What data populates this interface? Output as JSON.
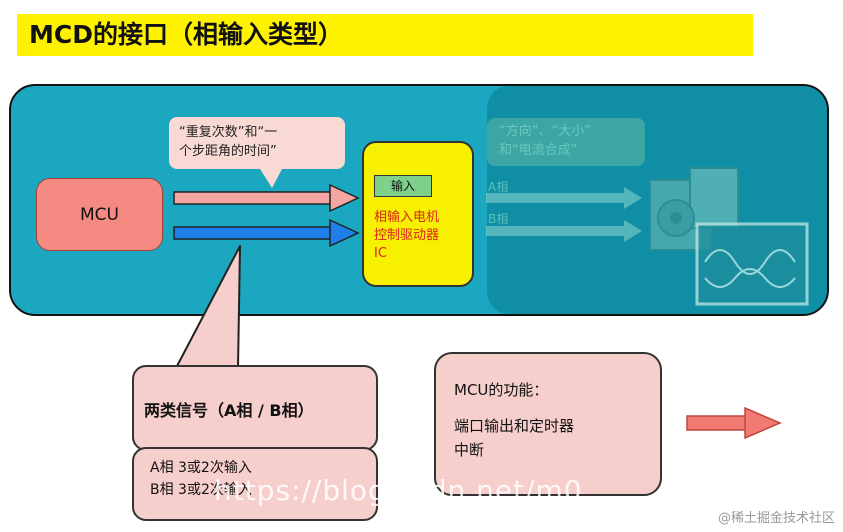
{
  "title": "MCD的接口（相输入类型）",
  "mcu_label": "MCU",
  "callout_top": {
    "line1": "“重复次数”和“一",
    "line2": "个步距角的时间”"
  },
  "driver": {
    "input_label": "输入",
    "line1": "相输入电机",
    "line2": "控制驱动器",
    "line3": "IC"
  },
  "faded_callout": {
    "line1": "“方向”、“大小”",
    "line2": "和“电流合成”"
  },
  "faded_labels": {
    "a": "A相",
    "b": "B相"
  },
  "signals_box": {
    "title": "两类信号（A相 / B相）",
    "row1": "A相    3或2次输入",
    "row2": "B相    3或2次输入"
  },
  "mcu_function": {
    "title": "MCU的功能：",
    "line1": "端口输出和定时器",
    "line2": "中断"
  },
  "watermark": "https://blog.csdn.net/m0",
  "credit": "@稀土掘金技术社区",
  "colors": {
    "title_bg": "#fff200",
    "panel_bg": "#1aa7bf",
    "mcu_box": "#f58a82",
    "driver_box": "#f7f000",
    "pink_box": "#f6cfcc",
    "arrow_pink": "#f4a7a2",
    "arrow_blue": "#1e7fe8",
    "arrow_right": "#f17b72"
  }
}
